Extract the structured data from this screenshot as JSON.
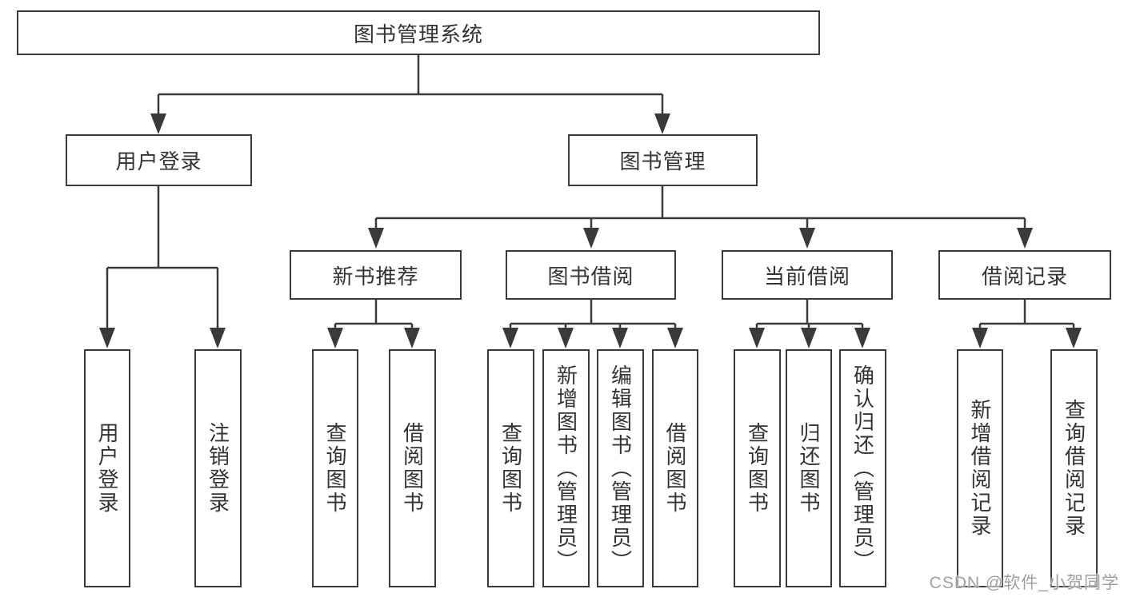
{
  "diagram": {
    "type": "hierarchy-tree",
    "title": "图书管理系统"
  },
  "tree": {
    "root": {
      "label": "图书管理系统",
      "children": [
        {
          "label": "用户登录",
          "children": [
            {
              "label": "用户登录"
            },
            {
              "label": "注销登录"
            }
          ]
        },
        {
          "label": "图书管理",
          "children": [
            {
              "label": "新书推荐",
              "children": [
                {
                  "label": "查询图书"
                },
                {
                  "label": "借阅图书"
                }
              ]
            },
            {
              "label": "图书借阅",
              "children": [
                {
                  "label": "查询图书"
                },
                {
                  "label": "新增图书（管理员）"
                },
                {
                  "label": "编辑图书（管理员）"
                },
                {
                  "label": "借阅图书"
                }
              ]
            },
            {
              "label": "当前借阅",
              "children": [
                {
                  "label": "查询图书"
                },
                {
                  "label": "归还图书"
                },
                {
                  "label": "确认归还（管理员）"
                }
              ]
            },
            {
              "label": "借阅记录",
              "children": [
                {
                  "label": "新增借阅记录"
                },
                {
                  "label": "查询借阅记录"
                }
              ]
            }
          ]
        }
      ]
    }
  },
  "watermark": {
    "text": "CSDN @软件_小贺同学",
    "color": "#a0a0a0"
  },
  "colors": {
    "line": "#3a3a3a",
    "text": "#333333",
    "background": "#ffffff"
  }
}
